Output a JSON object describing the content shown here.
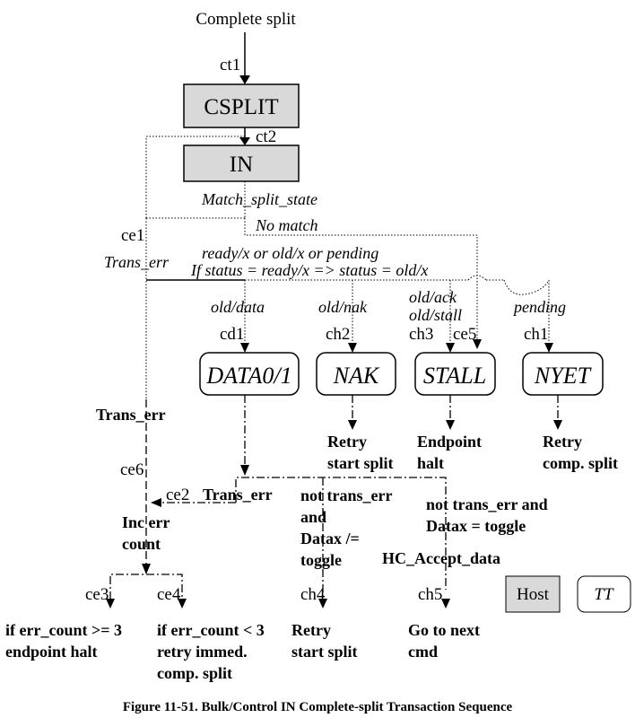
{
  "entry": {
    "label": "Complete split",
    "ct1": "ct1",
    "ct2": "ct2"
  },
  "host_states": {
    "csplit": "CSPLIT",
    "in": "IN"
  },
  "conditions": {
    "match_split_state": "Match_split_state",
    "no_match": "No match",
    "ready_line1": "ready/x or old/x or pending",
    "ready_line2": "If status = ready/x => status =  old/x",
    "trans_err_italic": "Trans_err",
    "old_data": "old/data",
    "old_nak": "old/nak",
    "old_ack": "old/ack",
    "old_stall": "old/stall",
    "pending": "pending"
  },
  "labels": {
    "ce1": "ce1",
    "cd1": "cd1",
    "ch2": "ch2",
    "ch3": "ch3",
    "ce5": "ce5",
    "ch1": "ch1",
    "ce6": "ce6",
    "ce2": "ce2",
    "ce3": "ce3",
    "ce4": "ce4",
    "ch4": "ch4",
    "ch5": "ch5"
  },
  "device_states": {
    "data": "DATA0/1",
    "nak": "NAK",
    "stall": "STALL",
    "nyet": "NYET"
  },
  "actions": {
    "nak_line1": "Retry",
    "nak_line2": "start split",
    "stall_line1": "Endpoint",
    "stall_line2": "halt",
    "nyet_line1": "Retry",
    "nyet_line2": "comp. split",
    "trans_err_bold": "Trans_err",
    "trans_err_bold2": "Trans_err",
    "not_trans_line1": "not trans_err",
    "not_trans_line2": "and",
    "not_trans_line3": "Datax /=",
    "not_trans_line4": "toggle",
    "accept_line1": "not trans_err and",
    "accept_line2": "Datax  = toggle",
    "accept_line3": "HC_Accept_data",
    "inc_line1": "Inc err",
    "inc_line2": "count",
    "halt_line1": "if err_count >= 3",
    "halt_line2": "endpoint halt",
    "retry_line1": "if err_count < 3",
    "retry_line2": "retry immed.",
    "retry_line3": "comp. split",
    "retry_start_line1": "Retry",
    "retry_start_line2": "start split",
    "next_line1": "Go to next",
    "next_line2": "cmd"
  },
  "legend": {
    "host": "Host",
    "tt": "TT"
  },
  "colors": {
    "host_fill": "#d9d9d9",
    "tt_fill": "#ffffff",
    "line": "#000000"
  },
  "caption": "Figure 11-51.  Bulk/Control IN Complete-split Transaction Sequence"
}
